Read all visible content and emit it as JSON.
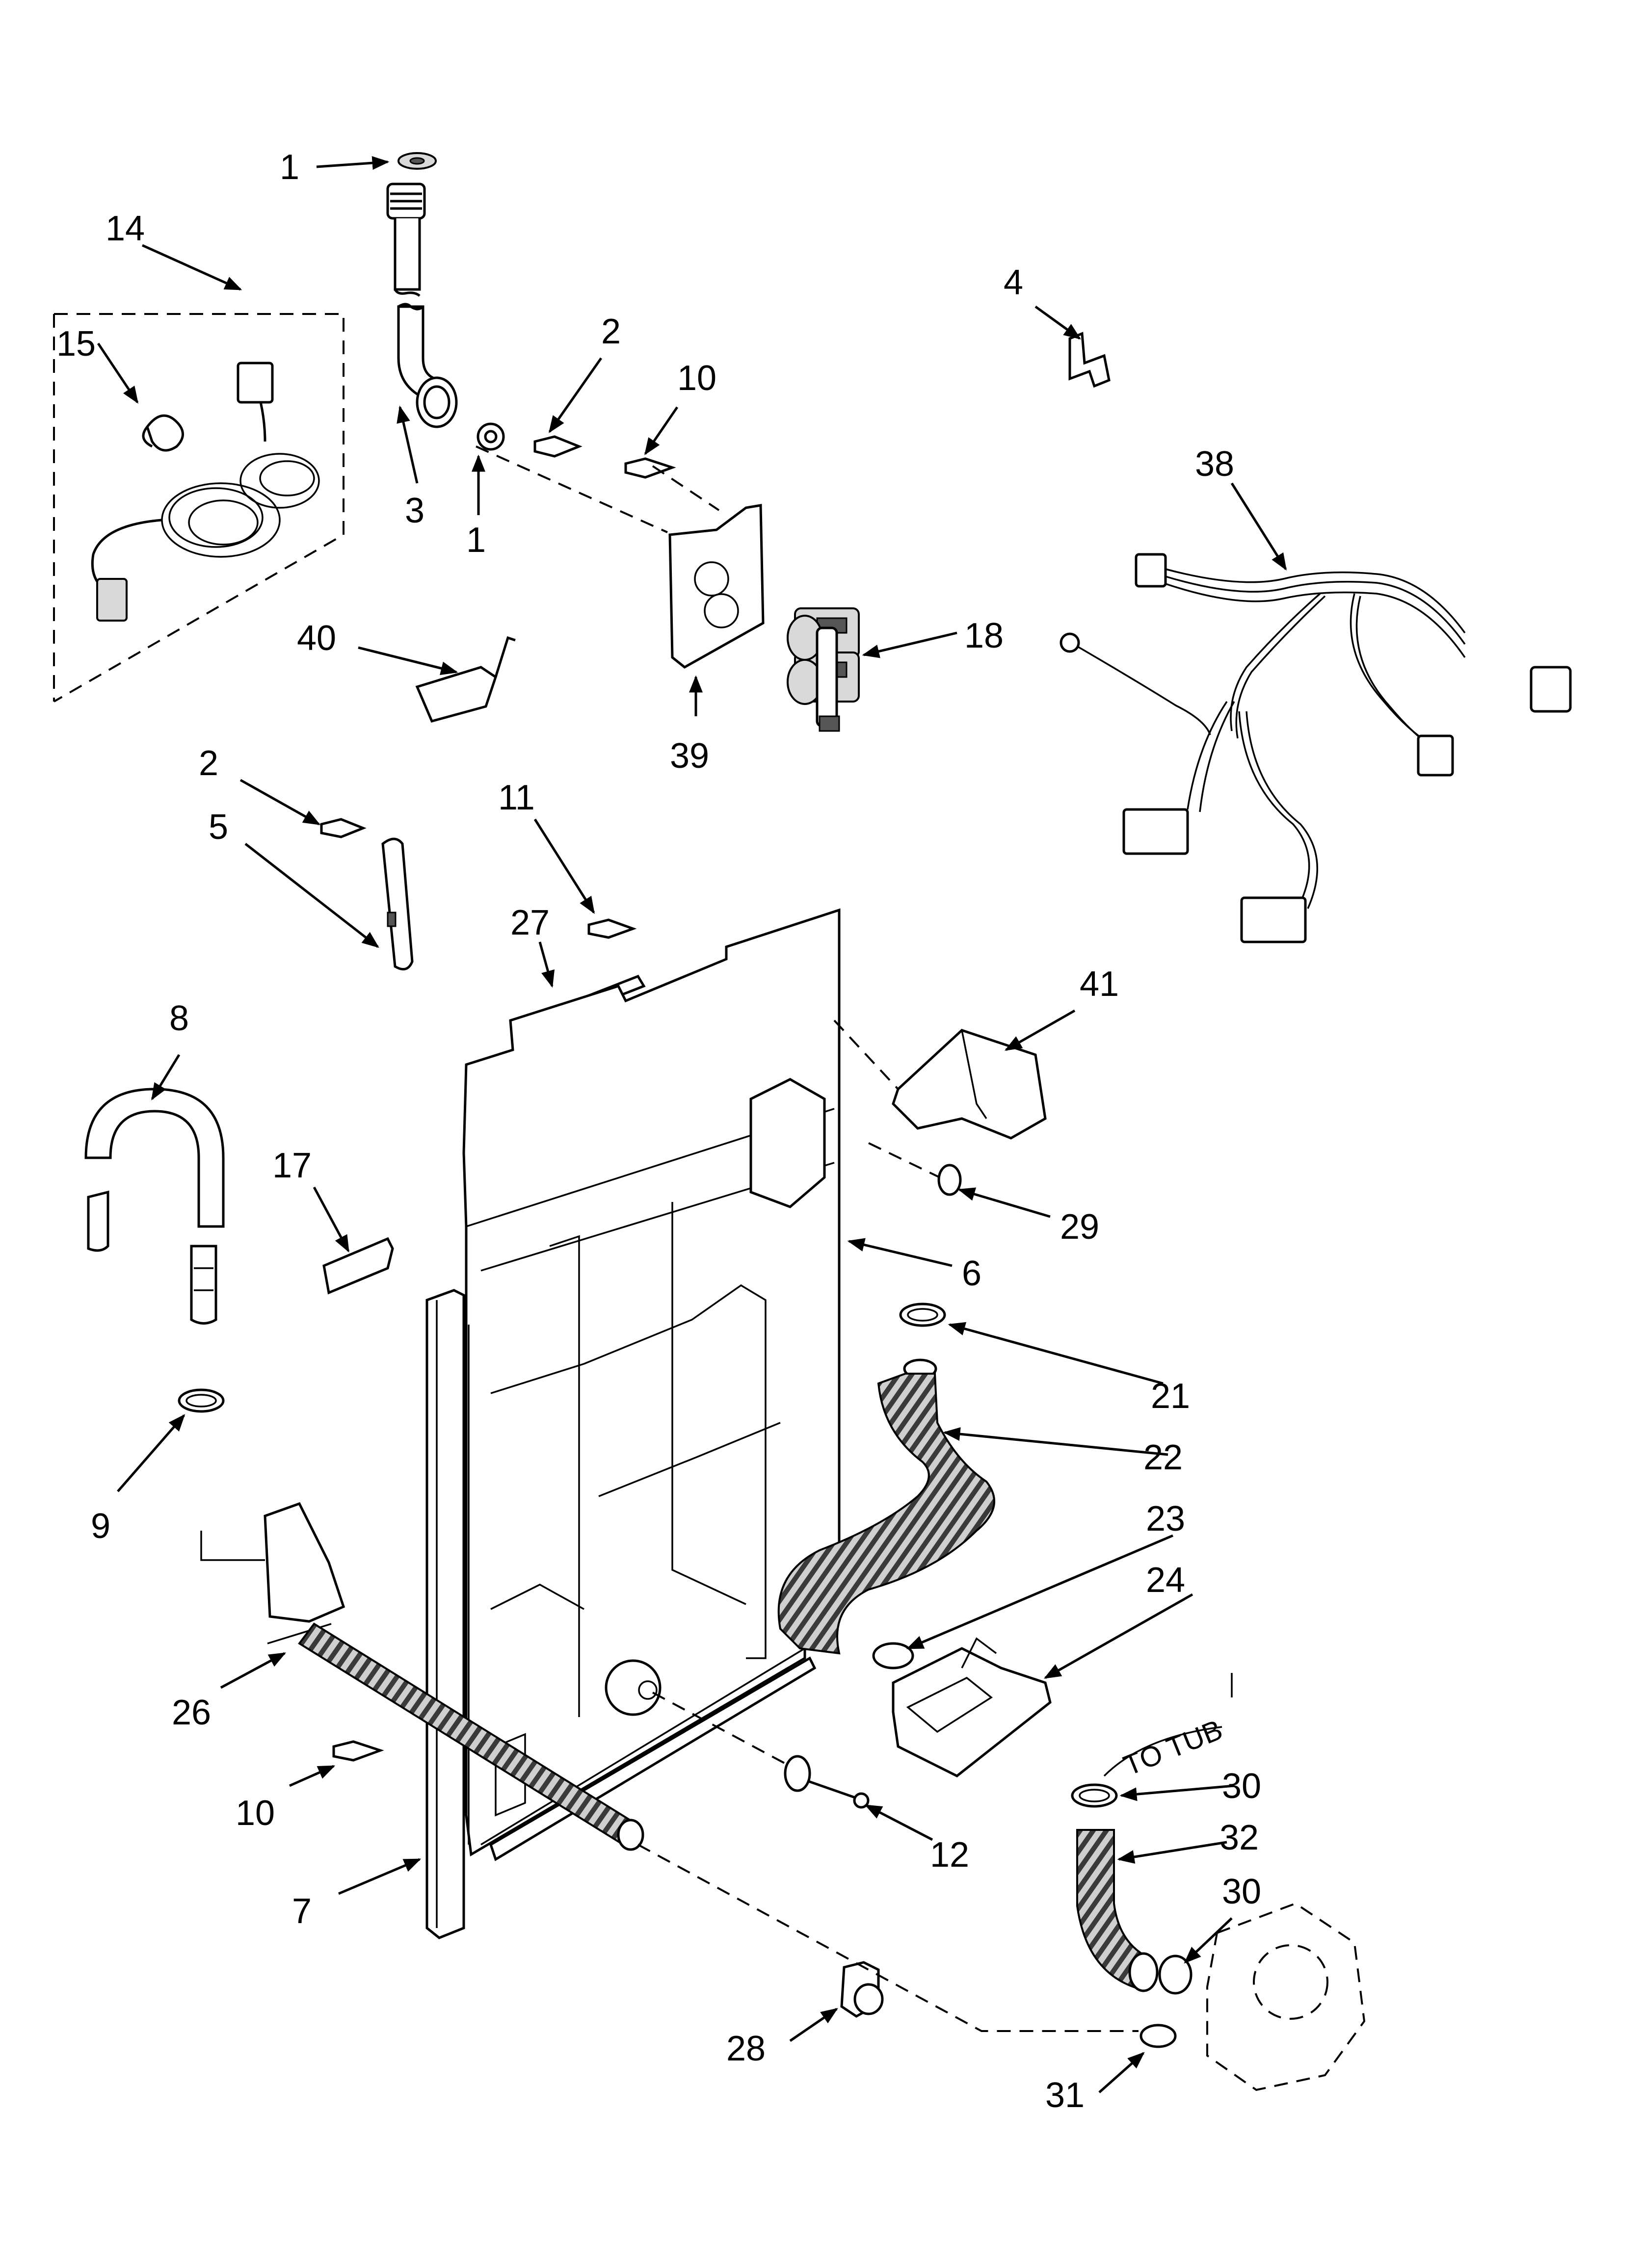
{
  "diagram": {
    "callouts": [
      {
        "id": "c1a",
        "label": "1"
      },
      {
        "id": "c14",
        "label": "14"
      },
      {
        "id": "c15",
        "label": "15"
      },
      {
        "id": "c3",
        "label": "3"
      },
      {
        "id": "c1b",
        "label": "1"
      },
      {
        "id": "c2a",
        "label": "2"
      },
      {
        "id": "c10a",
        "label": "10"
      },
      {
        "id": "c4",
        "label": "4"
      },
      {
        "id": "c38",
        "label": "38"
      },
      {
        "id": "c40",
        "label": "40"
      },
      {
        "id": "c18",
        "label": "18"
      },
      {
        "id": "c39",
        "label": "39"
      },
      {
        "id": "c2b",
        "label": "2"
      },
      {
        "id": "c5",
        "label": "5"
      },
      {
        "id": "c11",
        "label": "11"
      },
      {
        "id": "c27",
        "label": "27"
      },
      {
        "id": "c8",
        "label": "8"
      },
      {
        "id": "c41",
        "label": "41"
      },
      {
        "id": "c17",
        "label": "17"
      },
      {
        "id": "c29",
        "label": "29"
      },
      {
        "id": "c6",
        "label": "6"
      },
      {
        "id": "c21",
        "label": "21"
      },
      {
        "id": "c9",
        "label": "9"
      },
      {
        "id": "c22",
        "label": "22"
      },
      {
        "id": "c23",
        "label": "23"
      },
      {
        "id": "c24",
        "label": "24"
      },
      {
        "id": "c26",
        "label": "26"
      },
      {
        "id": "c30a",
        "label": "30"
      },
      {
        "id": "c10b",
        "label": "10"
      },
      {
        "id": "c12",
        "label": "12"
      },
      {
        "id": "c32",
        "label": "32"
      },
      {
        "id": "c7",
        "label": "7"
      },
      {
        "id": "c30b",
        "label": "30"
      },
      {
        "id": "c28",
        "label": "28"
      },
      {
        "id": "c31",
        "label": "31"
      }
    ],
    "note": "TO TUB"
  }
}
